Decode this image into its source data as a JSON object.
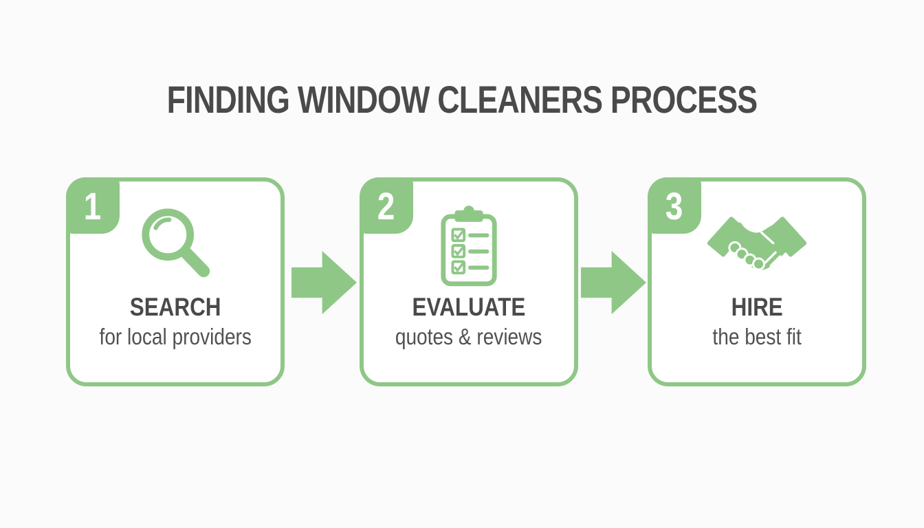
{
  "colors": {
    "accent_green": "#8fc787",
    "heading_text": "#4a4a4a",
    "body_text": "#515151",
    "background": "#fafbfa",
    "card_background": "#ffffff",
    "badge_number_text": "#ffffff"
  },
  "title": "FINDING WINDOW CLEANERS PROCESS",
  "steps": [
    {
      "number": "1",
      "icon": "magnifier-icon",
      "heading": "SEARCH",
      "subheading": "for local providers"
    },
    {
      "number": "2",
      "icon": "checklist-icon",
      "heading": "EVALUATE",
      "subheading": "quotes & reviews"
    },
    {
      "number": "3",
      "icon": "handshake-icon",
      "heading": "HIRE",
      "subheading": "the best fit"
    }
  ],
  "connectors": [
    {
      "icon": "arrow-right-icon",
      "direction": "right"
    },
    {
      "icon": "arrow-right-icon",
      "direction": "right"
    }
  ]
}
